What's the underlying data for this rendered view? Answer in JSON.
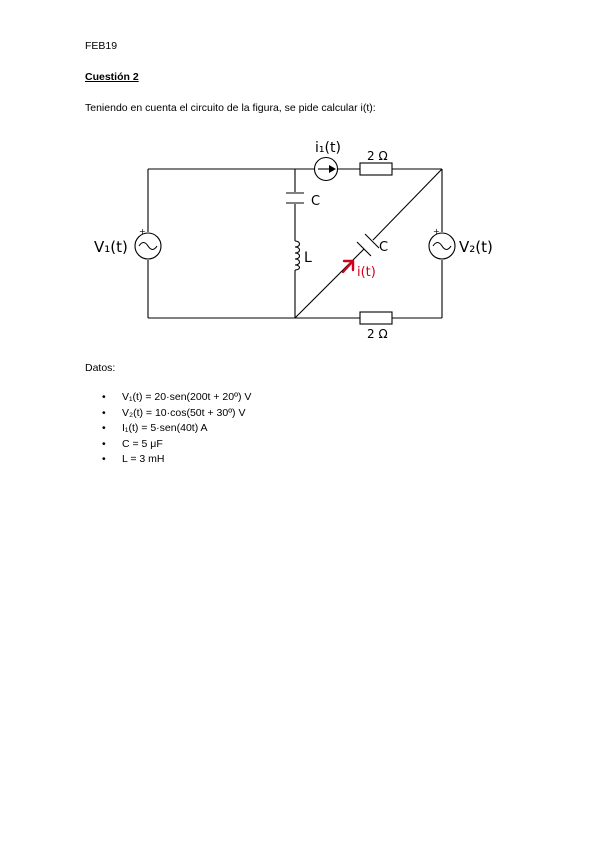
{
  "header": {
    "code": "FEB19"
  },
  "question": {
    "title": "Cuestión 2",
    "prompt": "Teniendo en cuenta el circuito de la figura, se pide calcular i(t):"
  },
  "circuit": {
    "labels": {
      "v1": "V₁(t)",
      "v2": "V₂(t)",
      "i1": "i₁(t)",
      "r_top": "2 Ω",
      "r_bottom": "2 Ω",
      "c_left": "C",
      "l": "L",
      "c_diag": "C",
      "i_out": "i(t)",
      "plus": "+"
    },
    "colors": {
      "wire": "#000000",
      "highlight": "#d0021b"
    }
  },
  "data_section": {
    "title": "Datos:",
    "items": [
      "V₁(t) = 20·sen(200t + 20º) V",
      "V₂(t) = 10·cos(50t + 30º) V",
      "I₁(t) = 5·sen(40t) A",
      "C = 5 μF",
      "L = 3 mH"
    ]
  }
}
